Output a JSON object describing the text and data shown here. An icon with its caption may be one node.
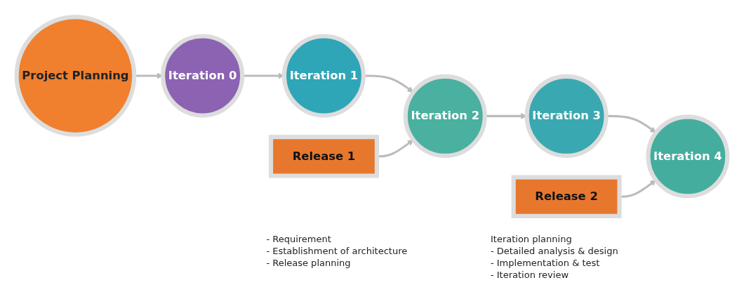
{
  "diagram": {
    "nodes": [
      {
        "text": [
          "Project Planning"
        ]
      },
      {
        "text": [
          "Iteration 0"
        ]
      },
      {
        "text": [
          "Iteration 1"
        ]
      },
      {
        "text": [
          "Iteration 2"
        ]
      },
      {
        "text": [
          "Iteration 3"
        ]
      },
      {
        "text": [
          "Iteration 4"
        ]
      },
      {
        "text": [
          "Release 1"
        ]
      },
      {
        "text": [
          "Release 2"
        ]
      }
    ],
    "edges": [
      {
        "from": 0,
        "to": 1,
        "arrow": "to"
      },
      {
        "from": 1,
        "to": 2,
        "arrow": "to"
      },
      {
        "from": 2,
        "to": 3,
        "arrow": "to"
      },
      {
        "from": 3,
        "to": 4,
        "arrow": "to"
      },
      {
        "from": 4,
        "to": 5,
        "arrow": "to"
      },
      {
        "from": 6,
        "to": 3,
        "arrow": "to"
      },
      {
        "from": 7,
        "to": 5,
        "arrow": "to"
      }
    ],
    "labels": [
      "- Requirement",
      "- Establishment of architecture",
      "- Release planning",
      "Iteration planning",
      "- Detailed analysis & design",
      "- Implementation & test",
      "- Iteration review"
    ]
  }
}
